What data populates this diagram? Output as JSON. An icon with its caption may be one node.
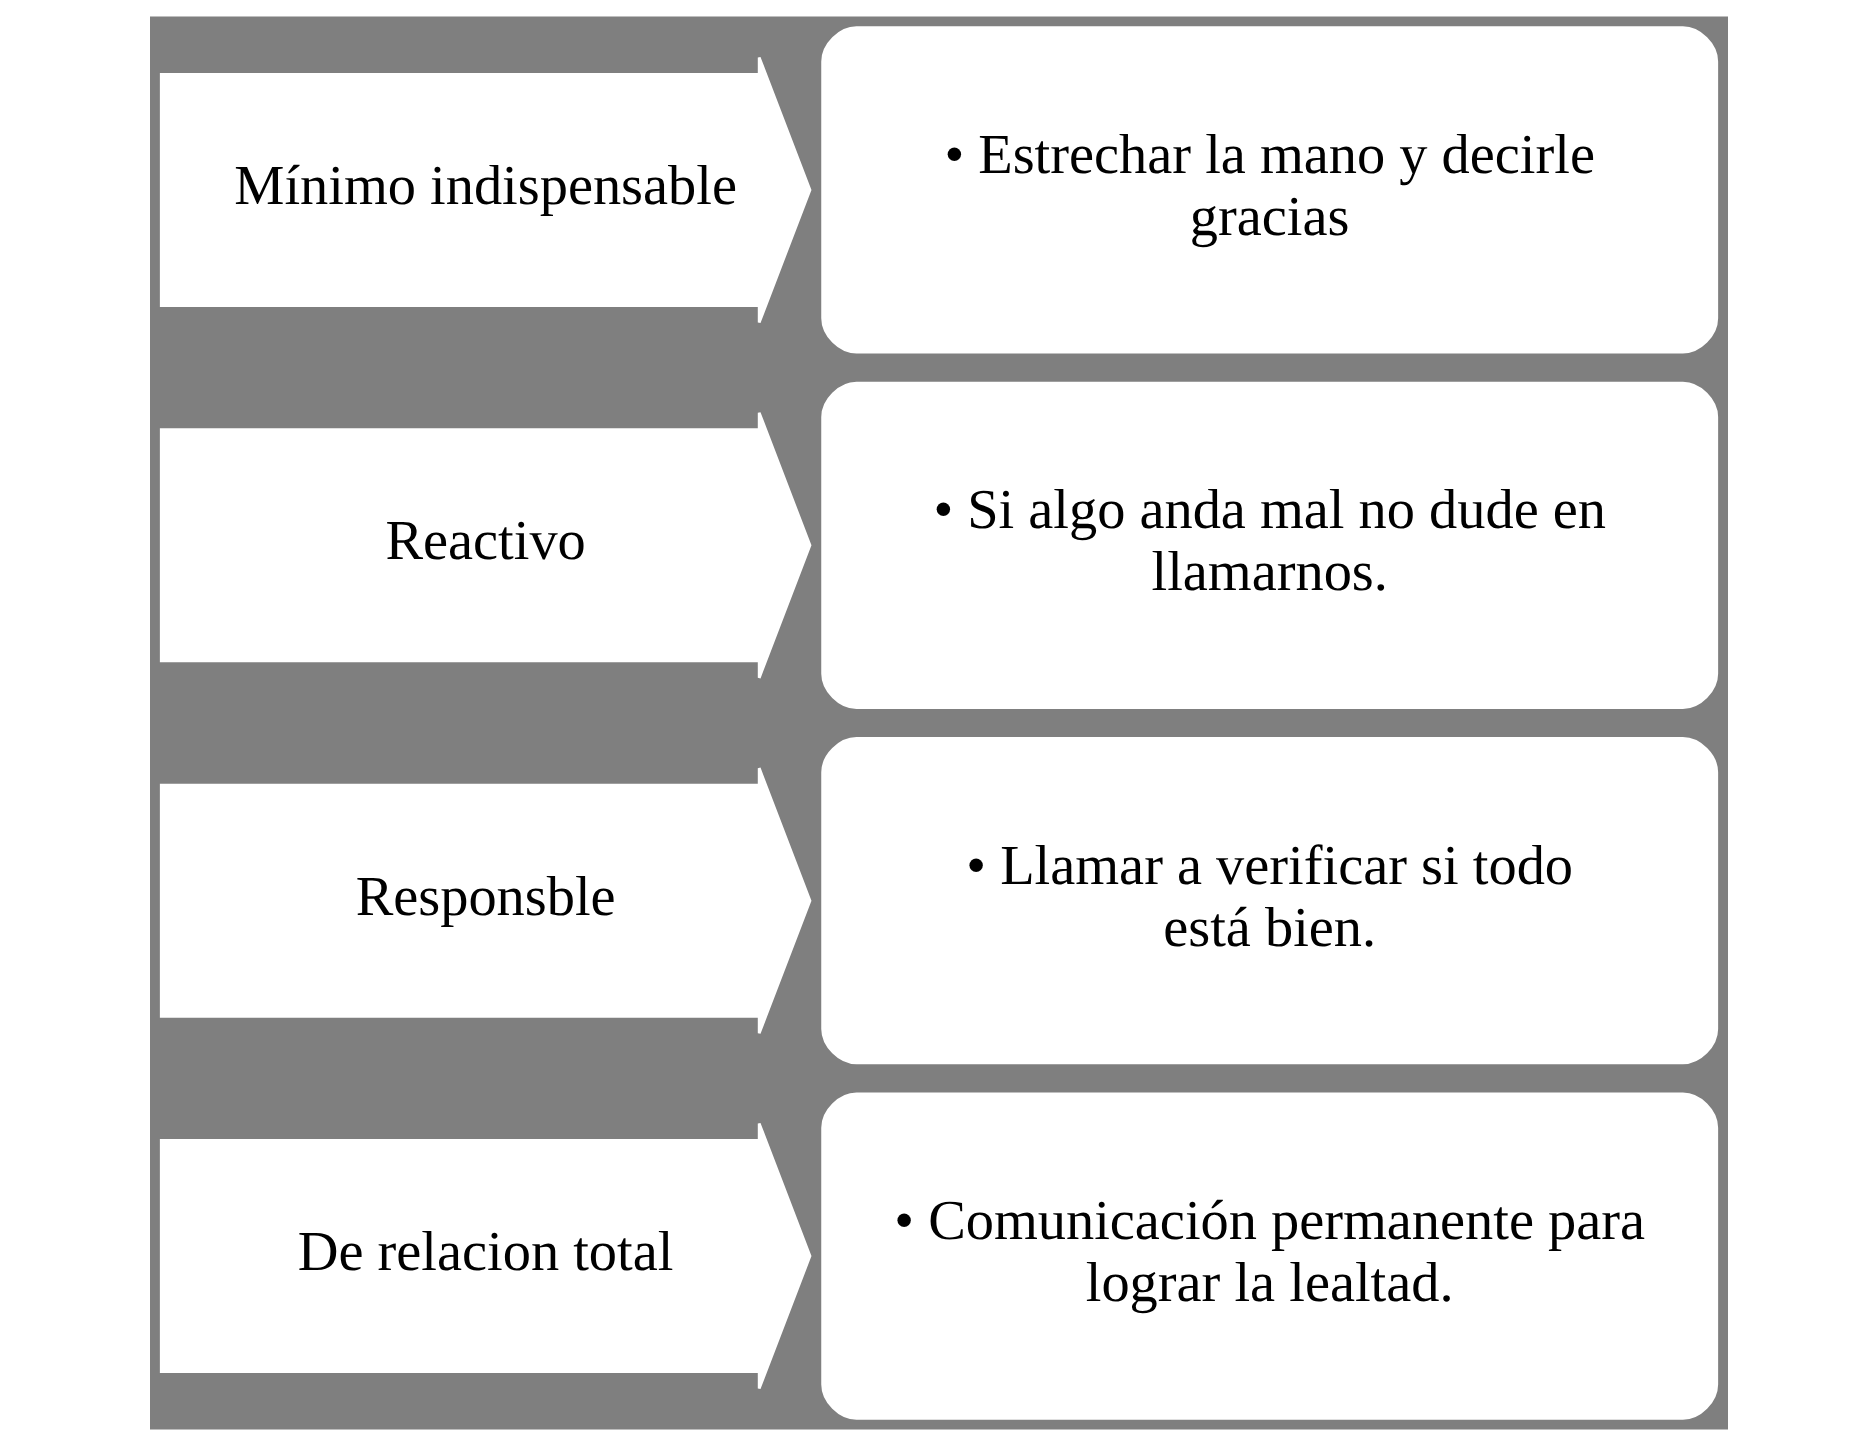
{
  "diagram": {
    "nodes": [
      {
        "text": [
          "Mínimo indispensable"
        ]
      },
      {
        "text": [
          "• Estrechar la mano y decirle gracias"
        ]
      },
      {
        "text": [
          "Reactivo"
        ]
      },
      {
        "text": [
          "• Si algo anda mal no dude en llamarnos."
        ]
      },
      {
        "text": [
          "Responsble"
        ]
      },
      {
        "text": [
          "• Llamar a verificar si todo está bien."
        ]
      },
      {
        "text": [
          "De relacion total"
        ]
      },
      {
        "text": [
          "• Comunicación permanente para lograr la lealtad."
        ]
      }
    ]
  }
}
